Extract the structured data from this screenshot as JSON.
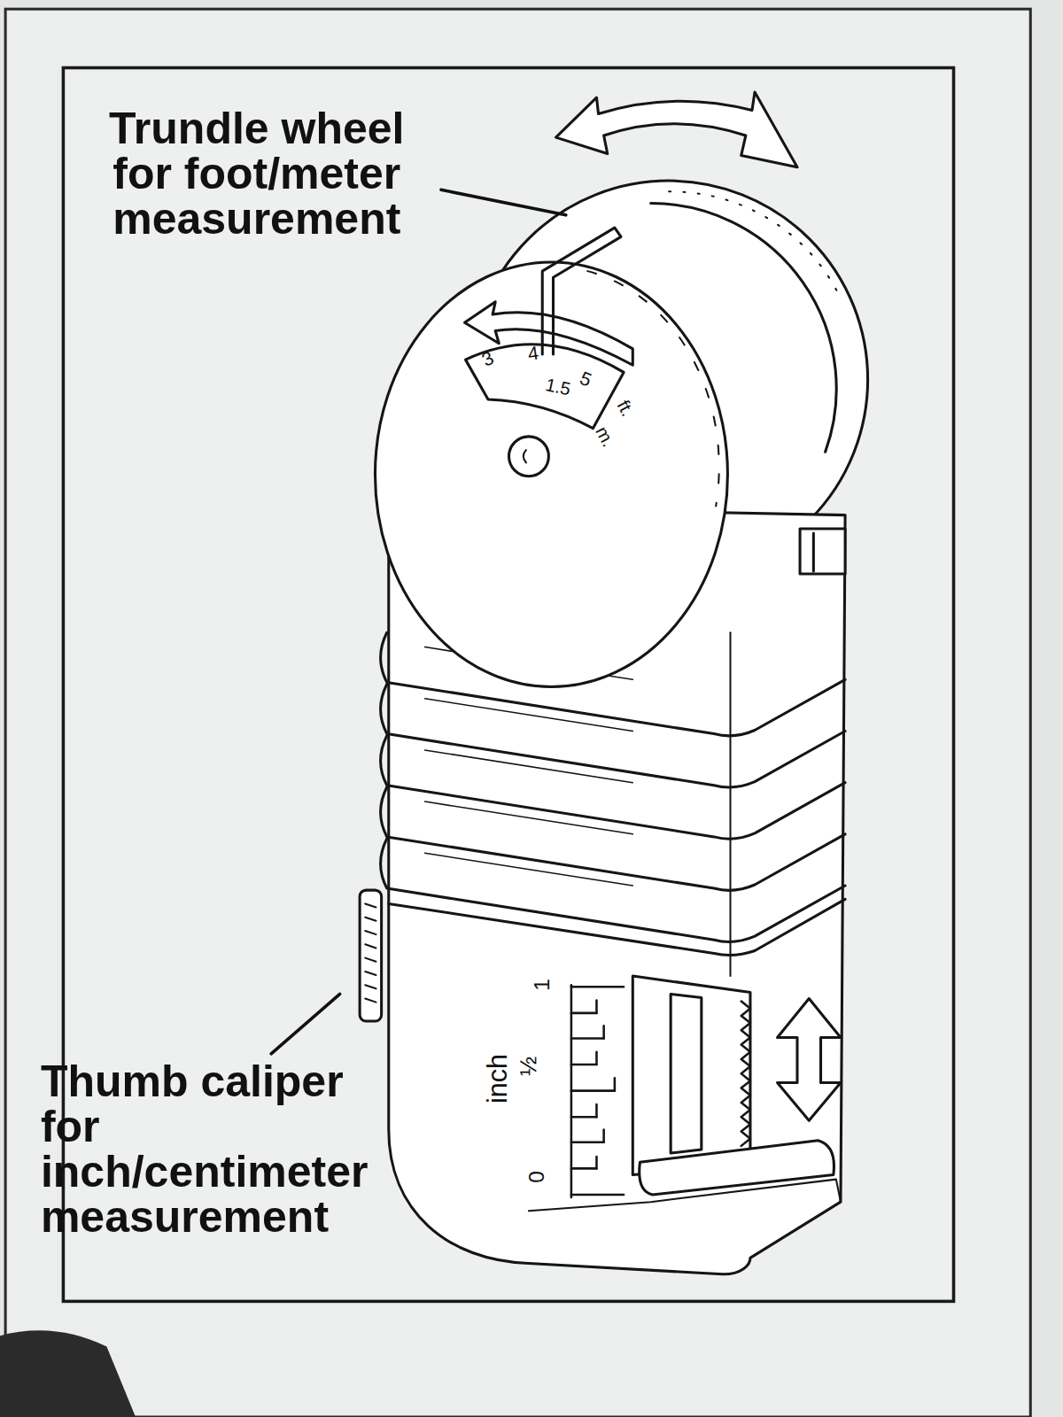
{
  "diagram": {
    "labels": [
      "Trundle wheel for foot/meter measurement",
      "3",
      "4",
      "5",
      "1.5",
      "ft.",
      "m.",
      "Thumb caliper for inch/centimeter measurement",
      "1",
      "inch",
      "½",
      "0"
    ]
  }
}
